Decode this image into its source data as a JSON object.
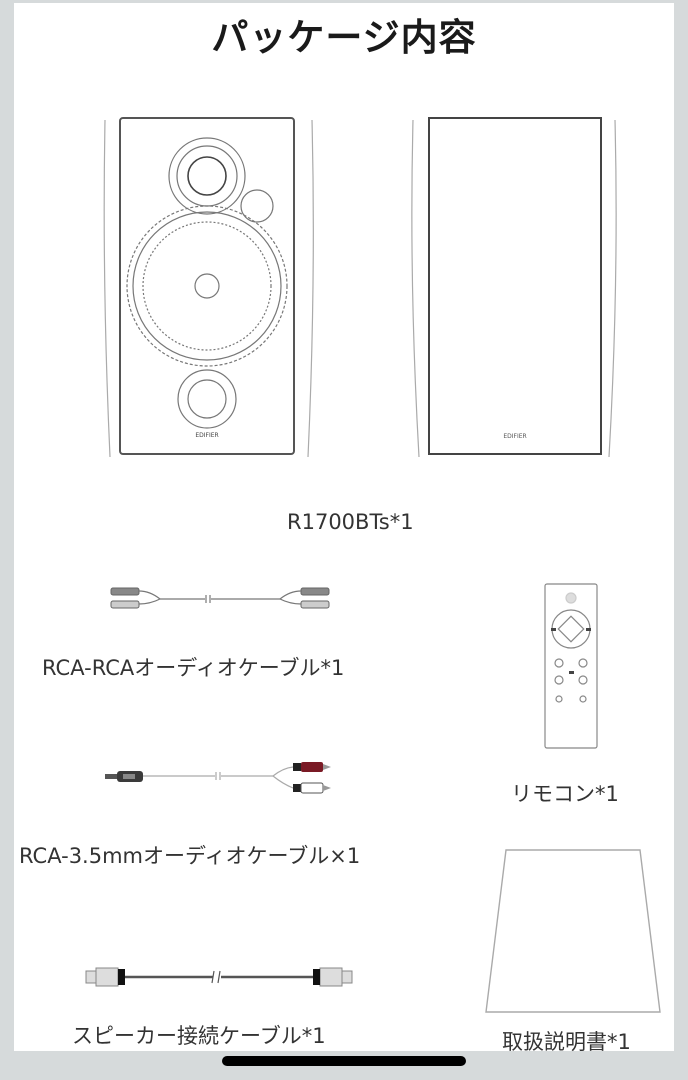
{
  "page": {
    "title": "パッケージ内容"
  },
  "items": [
    {
      "id": "speakers",
      "label": "R1700BTs*1",
      "brand_mark": "EDIFIER"
    },
    {
      "id": "rca_rca_cable",
      "label": "RCA-RCAオーディオケーブル*1"
    },
    {
      "id": "remote",
      "label": "リモコン*1"
    },
    {
      "id": "rca_35mm_cable",
      "label": "RCA-3.5mmオーディオケーブル×1"
    },
    {
      "id": "speaker_cable",
      "label": "スピーカー接続ケーブル*1"
    },
    {
      "id": "manual",
      "label": "取扱説明書*1"
    }
  ],
  "colors": {
    "background": "#d6dadb",
    "card": "#ffffff",
    "text": "#333333",
    "red_plug": "#7a1a25",
    "home_indicator": "#000000"
  }
}
